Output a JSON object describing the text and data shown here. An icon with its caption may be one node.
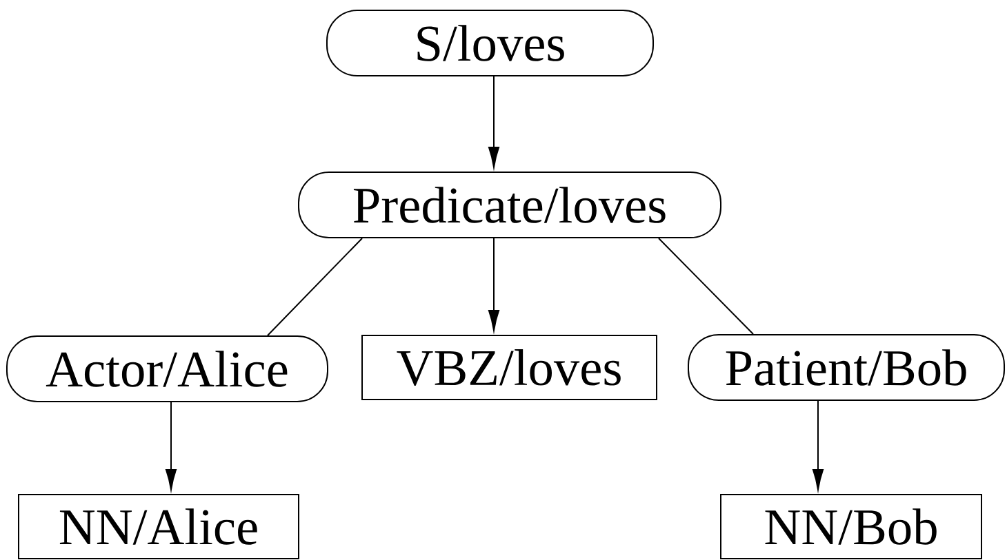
{
  "diagram": {
    "nodes": [
      {
        "text": [
          "S/loves"
        ]
      },
      {
        "text": [
          "Predicate/loves"
        ]
      },
      {
        "text": [
          "Actor/Alice"
        ]
      },
      {
        "text": [
          "VBZ/loves"
        ]
      },
      {
        "text": [
          "Patient/Bob"
        ]
      },
      {
        "text": [
          "NN/Alice"
        ]
      },
      {
        "text": [
          "NN/Bob"
        ]
      }
    ],
    "edges": [
      {
        "from": 0,
        "to": 1,
        "arrow": "to"
      },
      {
        "from": 1,
        "to": 2,
        "arrow": "none"
      },
      {
        "from": 1,
        "to": 3,
        "arrow": "to"
      },
      {
        "from": 1,
        "to": 4,
        "arrow": "none"
      },
      {
        "from": 2,
        "to": 5,
        "arrow": "to"
      },
      {
        "from": 4,
        "to": 6,
        "arrow": "to"
      }
    ]
  }
}
